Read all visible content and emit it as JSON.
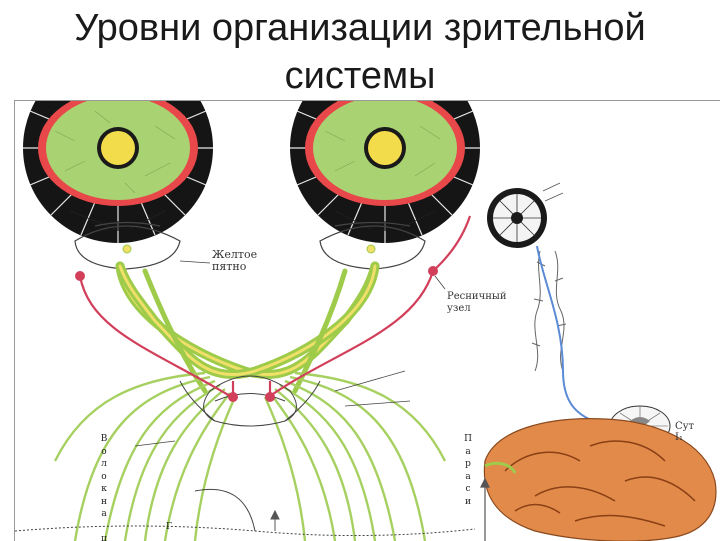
{
  "title": {
    "line1": "Уровни организации зрительной",
    "line2": "системы"
  },
  "diagram": {
    "label_macula": "Желтое\nпятно",
    "label_ciliary": "Ресничный\nузел",
    "label_cut": "Сут\nI₁",
    "vertical_left": [
      "В",
      "о",
      "л",
      "о",
      "к",
      "н",
      "а",
      " ",
      "ц"
    ],
    "vertical_mid": [
      "Г"
    ],
    "vertical_right": [
      "П",
      "а",
      "р",
      "а",
      "с",
      "и"
    ]
  },
  "colors": {
    "nerve_green": "#9ecb4a",
    "nerve_yellow": "#f0df68",
    "pupil_red": "#d23f5a",
    "brain_orange": "#d07a3a",
    "spine_blue": "#5b8ad6"
  }
}
